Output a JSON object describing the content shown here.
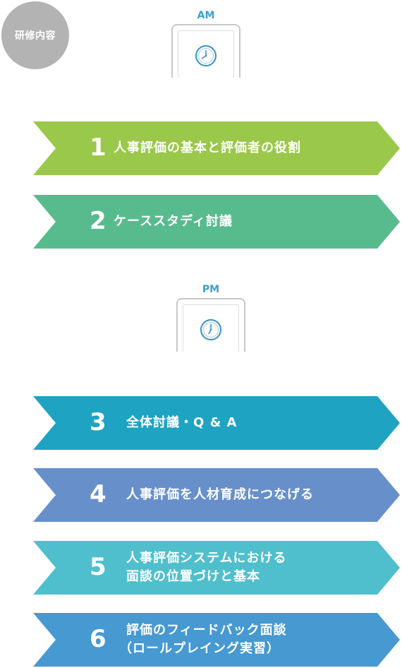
{
  "badge": {
    "label": "研修内容"
  },
  "am": {
    "label": "AM"
  },
  "pm": {
    "label": "PM"
  },
  "steps": [
    {
      "num": "1",
      "lines": [
        "人事評価の基本と評価者の役割"
      ],
      "color": "#9ac84a"
    },
    {
      "num": "2",
      "lines": [
        "ケーススタディ討議"
      ],
      "color": "#58bb8e"
    },
    {
      "num": "3",
      "lines": [
        "全体討議・Q & A"
      ],
      "color": "#1fa3c2"
    },
    {
      "num": "4",
      "lines": [
        "人事評価を人材育成につなげる"
      ],
      "color": "#6790cb"
    },
    {
      "num": "5",
      "lines": [
        "人事評価システムにおける",
        "面談の位置づけと基本"
      ],
      "color": "#4fbfcd"
    },
    {
      "num": "6",
      "lines": [
        "評価のフィードバック面談",
        "（ロールプレイング実習）"
      ],
      "color": "#4799d1"
    }
  ]
}
